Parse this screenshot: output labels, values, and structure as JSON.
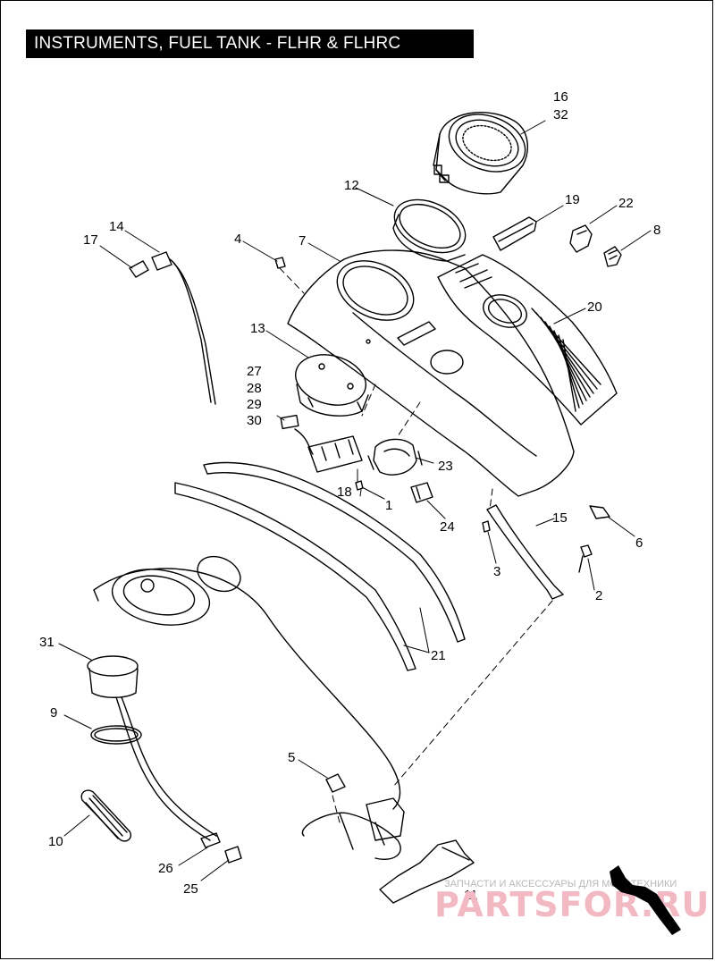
{
  "title": "INSTRUMENTS, FUEL TANK - FLHR & FLHRC",
  "callouts": [
    {
      "id": "c16",
      "text": "16"
    },
    {
      "id": "c32",
      "text": "32"
    },
    {
      "id": "c12",
      "text": "12"
    },
    {
      "id": "c19",
      "text": "19"
    },
    {
      "id": "c22",
      "text": "22"
    },
    {
      "id": "c8",
      "text": "8"
    },
    {
      "id": "c14",
      "text": "14"
    },
    {
      "id": "c17",
      "text": "17"
    },
    {
      "id": "c4",
      "text": "4"
    },
    {
      "id": "c7",
      "text": "7"
    },
    {
      "id": "c20",
      "text": "20"
    },
    {
      "id": "c13",
      "text": "13"
    },
    {
      "id": "c27",
      "text": "27"
    },
    {
      "id": "c28",
      "text": "28"
    },
    {
      "id": "c29",
      "text": "29"
    },
    {
      "id": "c30",
      "text": "30"
    },
    {
      "id": "c23",
      "text": "23"
    },
    {
      "id": "c18",
      "text": "18"
    },
    {
      "id": "c1",
      "text": "1"
    },
    {
      "id": "c24",
      "text": "24"
    },
    {
      "id": "c15",
      "text": "15"
    },
    {
      "id": "c6",
      "text": "6"
    },
    {
      "id": "c3",
      "text": "3"
    },
    {
      "id": "c2",
      "text": "2"
    },
    {
      "id": "c21",
      "text": "21"
    },
    {
      "id": "c31",
      "text": "31"
    },
    {
      "id": "c9",
      "text": "9"
    },
    {
      "id": "c5",
      "text": "5"
    },
    {
      "id": "c10",
      "text": "10"
    },
    {
      "id": "c26",
      "text": "26"
    },
    {
      "id": "c25",
      "text": "25"
    },
    {
      "id": "c11",
      "text": "11"
    }
  ],
  "watermark": {
    "tagline": "ЗАПЧАСТИ И АКСЕССУАРЫ ДЛЯ МОТОТЕХНИКИ",
    "brand": "PARTSFOR.RU"
  }
}
